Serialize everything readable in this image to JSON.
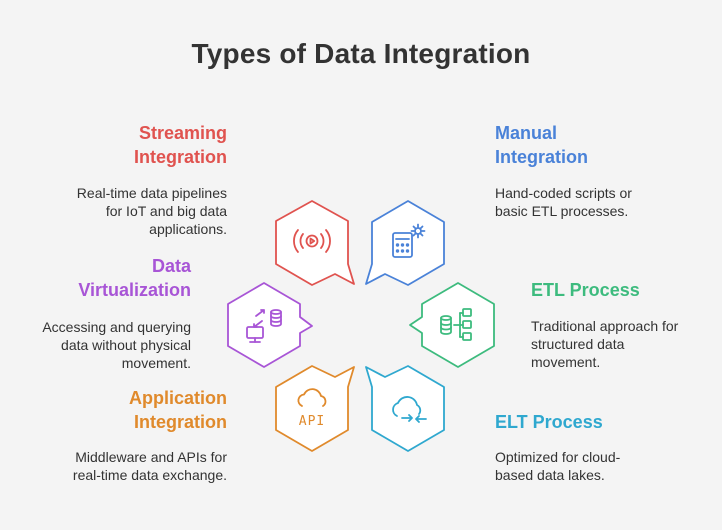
{
  "title": "Types of Data Integration",
  "items": {
    "streaming": {
      "line1": "Streaming",
      "line2": "Integration",
      "desc1": "Real-time data pipelines",
      "desc2": "for IoT and big data",
      "desc3": "applications.",
      "color": "#e0534f"
    },
    "manual": {
      "line1": "Manual",
      "line2": "Integration",
      "desc1": "Hand-coded scripts or",
      "desc2": "basic ETL processes.",
      "color": "#4a82d8"
    },
    "virtualization": {
      "line1": "Data",
      "line2": "Virtualization",
      "desc1": "Accessing and querying",
      "desc2": "data without physical",
      "desc3": "movement.",
      "color": "#a855d6"
    },
    "etl": {
      "line1": "ETL Process",
      "desc1": "Traditional approach for",
      "desc2": "structured data",
      "desc3": "movement.",
      "color": "#3dbb7e"
    },
    "application": {
      "line1": "Application",
      "line2": "Integration",
      "desc1": "Middleware and APIs for",
      "desc2": "real-time data exchange.",
      "color": "#e08a2c"
    },
    "elt": {
      "line1": "ELT Process",
      "desc1": "Optimized for cloud-",
      "desc2": "based data lakes.",
      "color": "#2fa8cf"
    }
  },
  "icons": {
    "streaming": "broadcast-play-icon",
    "manual": "calculator-gear-icon",
    "virtualization": "database-monitor-sync-icon",
    "etl": "database-pipeline-icon",
    "application": "cloud-api-icon",
    "elt": "cloud-transfer-icon"
  },
  "api_label": "API"
}
